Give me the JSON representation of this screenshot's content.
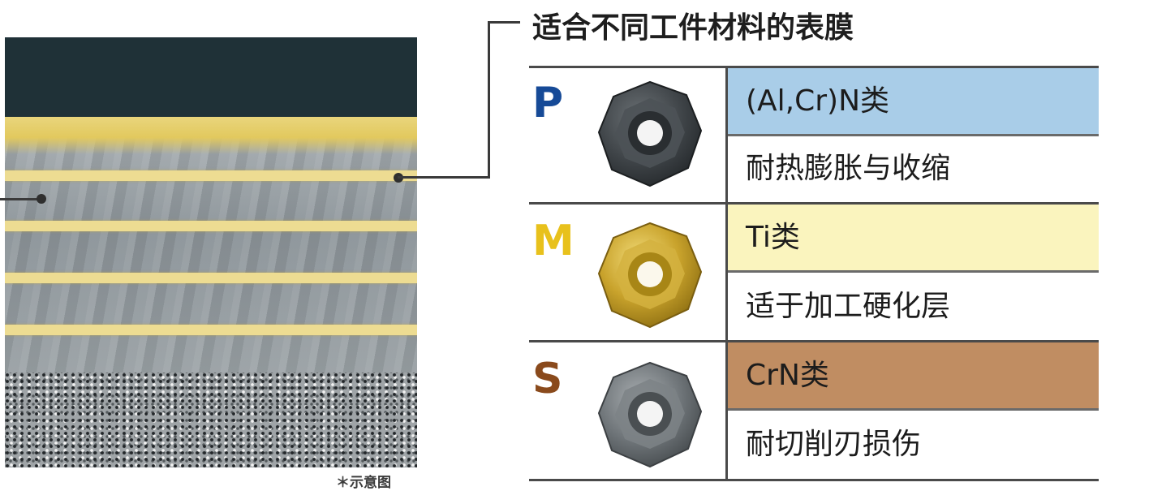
{
  "title": "适合不同工件材料的表膜",
  "note": "＊示意图",
  "colors": {
    "P": "#164a97",
    "M": "#e8c11c",
    "S": "#8a4a1c",
    "coat_P": "#a9cde8",
    "coat_M": "#faf4be",
    "coat_S": "#c08d62"
  },
  "grades": [
    {
      "letter": "P",
      "coating": "(Al,Cr)N类",
      "feature": "耐热膨胀与收缩",
      "insert_icon": "dark-gray-insert-icon"
    },
    {
      "letter": "M",
      "coating": "Ti类",
      "feature": "适于加工硬化层",
      "insert_icon": "gold-insert-icon"
    },
    {
      "letter": "S",
      "coating": "CrN类",
      "feature": "耐切削刃损伤",
      "insert_icon": "gray-insert-icon"
    }
  ]
}
